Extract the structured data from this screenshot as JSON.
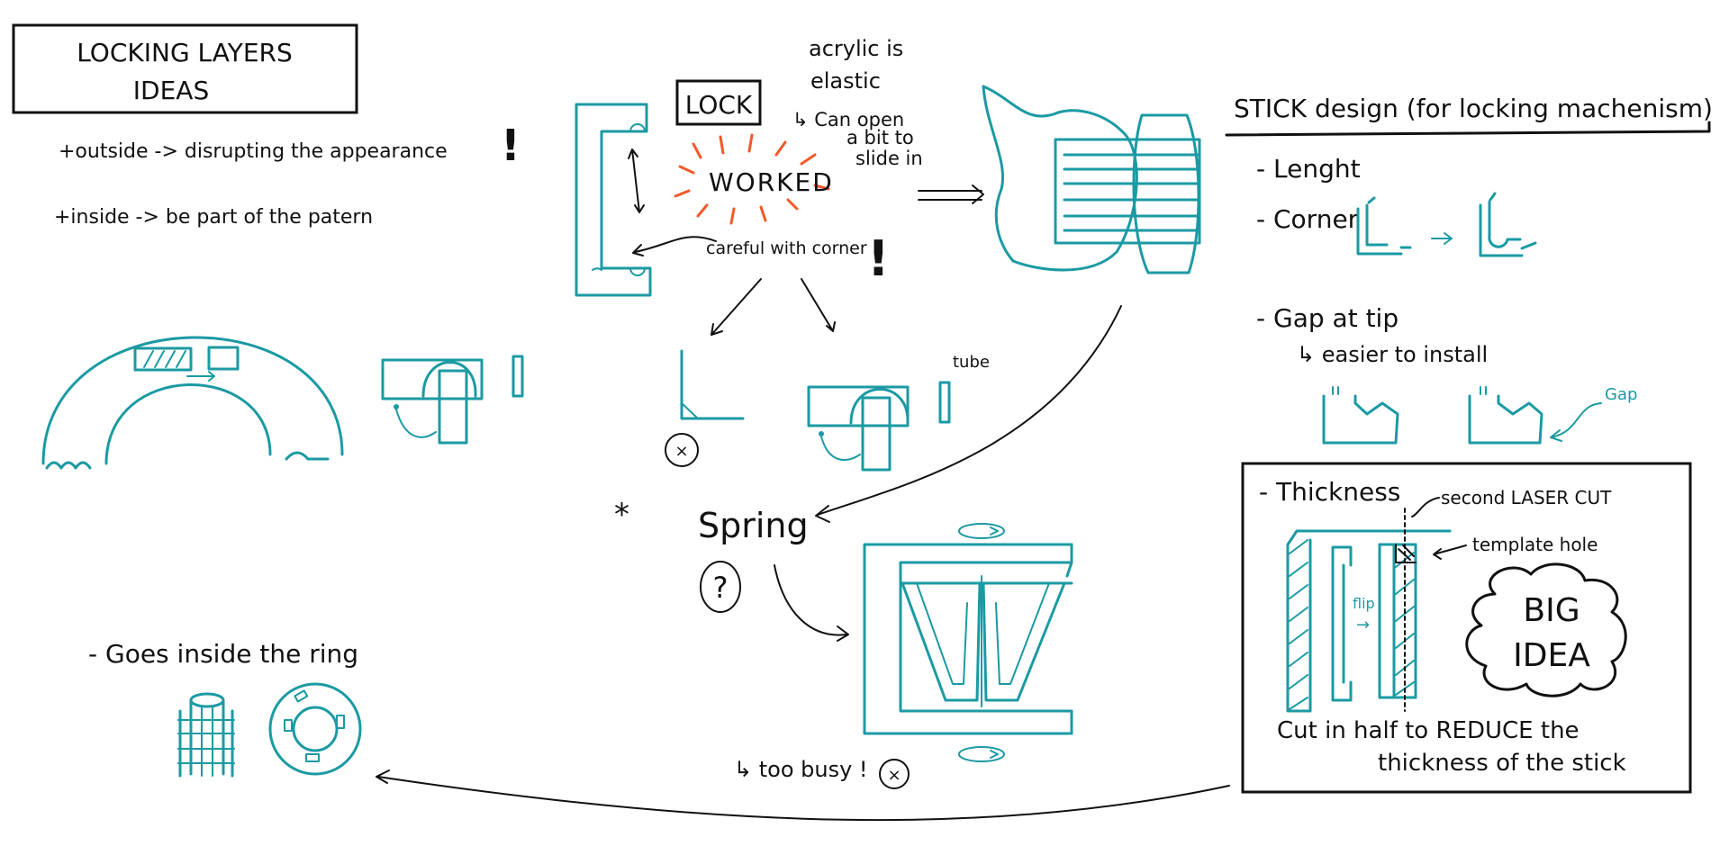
{
  "title": {
    "line1": "LOCKING LAYERS",
    "line2": "IDEAS"
  },
  "notes": {
    "outside": "+outside -> disrupting the appearance",
    "inside": "+inside -> be part of the patern",
    "goes_inside": "- Goes inside the ring"
  },
  "lock": {
    "box_label": "LOCK",
    "acrylic_line1": "acrylic is",
    "acrylic_line2": "elastic",
    "can_open": "↳ Can open",
    "bit_to": "a bit to",
    "slide_in": "slide in",
    "worked": "WORKED",
    "careful": "careful with corner"
  },
  "tube_label": "tube",
  "spring": {
    "label": "Spring",
    "question": "?"
  },
  "too_busy": "↳ too busy !",
  "stick_design": {
    "heading": "STICK design (for locking machenism)",
    "length": "- Lenght",
    "corner": "- Corner",
    "gap_at_tip": "- Gap at tip",
    "easier": "↳ easier to install",
    "gap_callout": "Gap"
  },
  "thickness": {
    "heading": "- Thickness",
    "second_laser": "second LASER CUT",
    "template_hole": "template hole",
    "flip_line1": "flip",
    "flip_line2": "→",
    "big": "BIG",
    "idea": "IDEA",
    "cut_line1": "Cut in half to REDUCE the",
    "cut_line2": "thickness of the stick"
  },
  "colors": {
    "teal": "#1b9aa3",
    "orange": "#ef5a2a",
    "ink": "#111111"
  }
}
